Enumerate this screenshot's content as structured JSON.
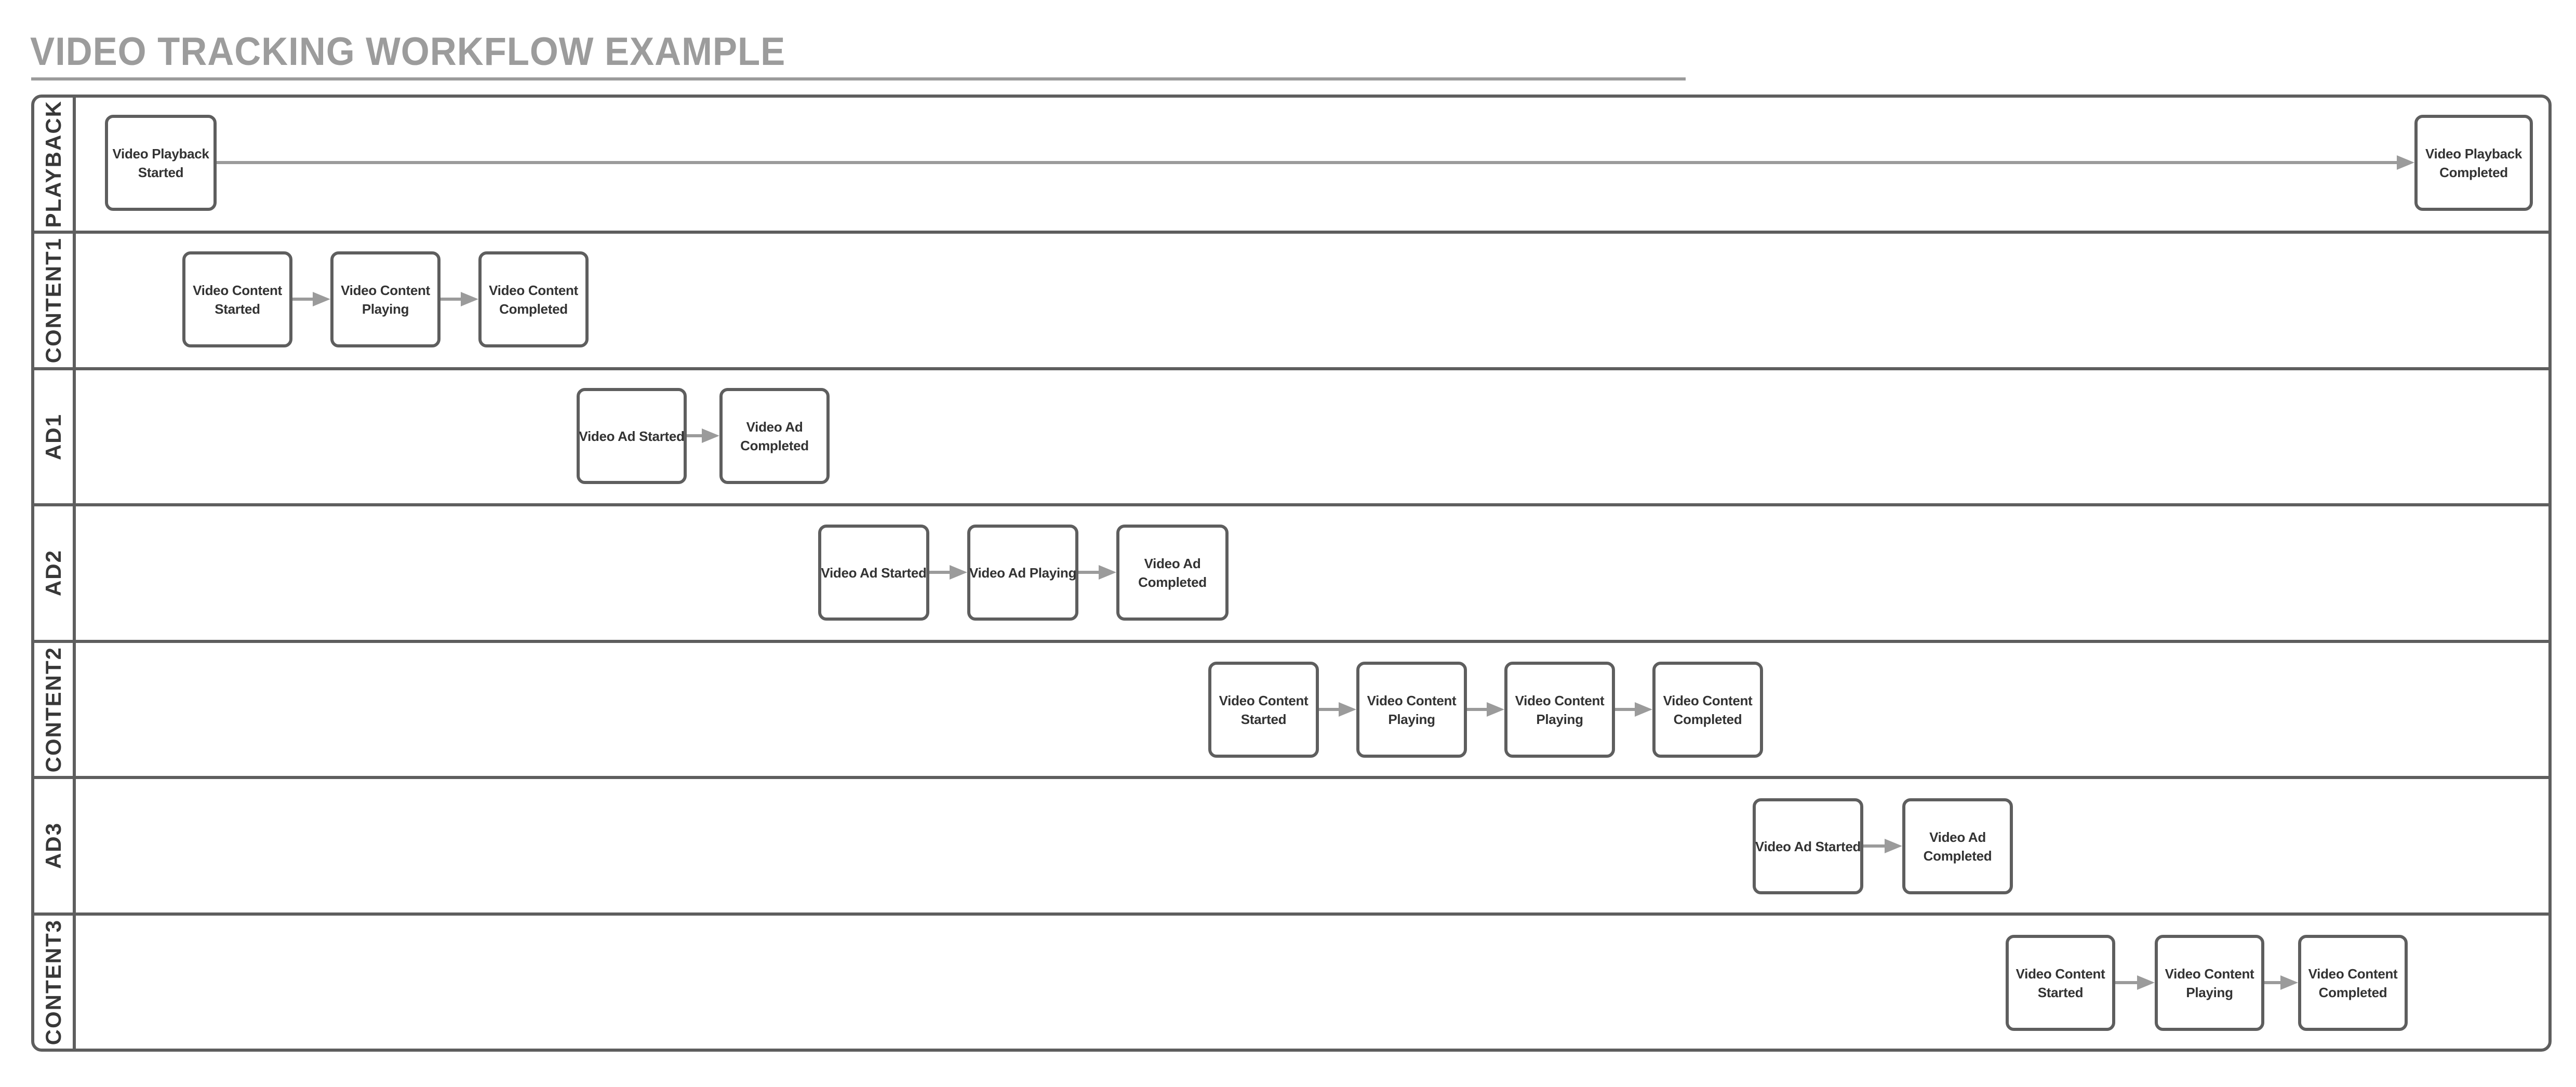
{
  "title": "VIDEO TRACKING WORKFLOW EXAMPLE",
  "colors": {
    "title_gray": "#9c9c9c",
    "rule_gray": "#9b9b9b",
    "border_gray": "#5e5e5e",
    "arrow_gray": "#9b9b9b",
    "text_dark": "#333333",
    "background": "#ffffff"
  },
  "lanes": [
    {
      "label": "PLAYBACK",
      "nodes": [
        {
          "label": "Video Playback\nStarted"
        },
        {
          "label": "Video Playback\nCompleted"
        }
      ]
    },
    {
      "label": "CONTENT1",
      "nodes": [
        {
          "label": "Video Content\nStarted"
        },
        {
          "label": "Video Content\nPlaying"
        },
        {
          "label": "Video Content\nCompleted"
        }
      ]
    },
    {
      "label": "AD1",
      "nodes": [
        {
          "label": "Video Ad Started"
        },
        {
          "label": "Video Ad\nCompleted"
        }
      ]
    },
    {
      "label": "AD2",
      "nodes": [
        {
          "label": "Video Ad Started"
        },
        {
          "label": "Video Ad Playing"
        },
        {
          "label": "Video Ad\nCompleted"
        }
      ]
    },
    {
      "label": "CONTENT2",
      "nodes": [
        {
          "label": "Video Content\nStarted"
        },
        {
          "label": "Video Content\nPlaying"
        },
        {
          "label": "Video Content\nPlaying"
        },
        {
          "label": "Video Content\nCompleted"
        }
      ]
    },
    {
      "label": "AD3",
      "nodes": [
        {
          "label": "Video Ad Started"
        },
        {
          "label": "Video Ad\nCompleted"
        }
      ]
    },
    {
      "label": "CONTENT3",
      "nodes": [
        {
          "label": "Video Content\nStarted"
        },
        {
          "label": "Video Content\nPlaying"
        },
        {
          "label": "Video Content\nCompleted"
        }
      ]
    }
  ]
}
